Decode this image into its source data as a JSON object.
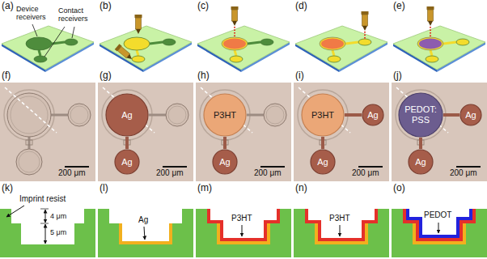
{
  "diagram": {
    "nodes": [
      {
        "text": [
          "Ag"
        ]
      },
      {
        "text": [
          "Ag"
        ]
      },
      {
        "text": [
          "P3HT"
        ]
      },
      {
        "text": [
          "Ag"
        ]
      },
      {
        "text": [
          "P3HT"
        ]
      },
      {
        "text": [
          "Ag"
        ]
      },
      {
        "text": [
          "Ag"
        ]
      },
      {
        "text": [
          "PEDOT: PSS"
        ]
      },
      {
        "text": [
          "Ag"
        ]
      },
      {
        "text": [
          "Ag"
        ]
      }
    ],
    "edges": [
      {
        "from": 0,
        "to": 1,
        "arrow": "none"
      },
      {
        "from": 2,
        "to": 3,
        "arrow": "none"
      },
      {
        "from": 4,
        "to": 5,
        "arrow": "none"
      },
      {
        "from": 4,
        "to": 6,
        "arrow": "none"
      },
      {
        "from": 7,
        "to": 8,
        "arrow": "none"
      },
      {
        "from": 7,
        "to": 9,
        "arrow": "none"
      }
    ],
    "labels": [
      "(a)",
      "Device receivers",
      "Contact receivers",
      "(b)",
      "(c)",
      "(d)",
      "(e)",
      "(f)",
      "200 μm",
      "(g)",
      "200 μm",
      "(h)",
      "200 μm",
      "(i)",
      "200 μm",
      "(j)",
      "200 μm",
      "(k)",
      "Imprint resist",
      "4 μm",
      "5 μm",
      "(l)",
      "Ag",
      "(m)",
      "P3HT",
      "(n)",
      "P3HT",
      "(o)",
      "PEDOT"
    ]
  }
}
